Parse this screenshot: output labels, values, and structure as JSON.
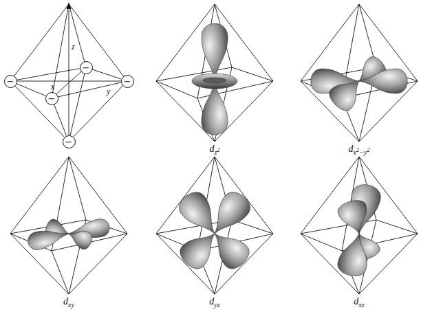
{
  "diagram": {
    "nodes": [
      {
        "text": [
          "−"
        ]
      },
      {
        "text": [
          "−"
        ]
      },
      {
        "text": [
          "−"
        ]
      },
      {
        "text": [
          "−"
        ]
      },
      {
        "text": [
          "−"
        ]
      }
    ],
    "edges": [
      {
        "from": 1,
        "to": 3,
        "arrow": "none"
      },
      {
        "from": 3,
        "to": 2,
        "arrow": "none"
      },
      {
        "from": 2,
        "to": 0,
        "arrow": "none"
      },
      {
        "from": 0,
        "to": 1,
        "arrow": "none"
      },
      {
        "from": 4,
        "to": 1,
        "arrow": "none"
      },
      {
        "from": 4,
        "to": 3,
        "arrow": "none"
      },
      {
        "from": 4,
        "to": 2,
        "arrow": "none"
      },
      {
        "from": 4,
        "to": 0,
        "arrow": "none"
      }
    ],
    "labels": [
      "z",
      "x",
      "y",
      "dz2",
      "dx2−y2",
      "dxy",
      "dyz",
      "dxz"
    ]
  }
}
